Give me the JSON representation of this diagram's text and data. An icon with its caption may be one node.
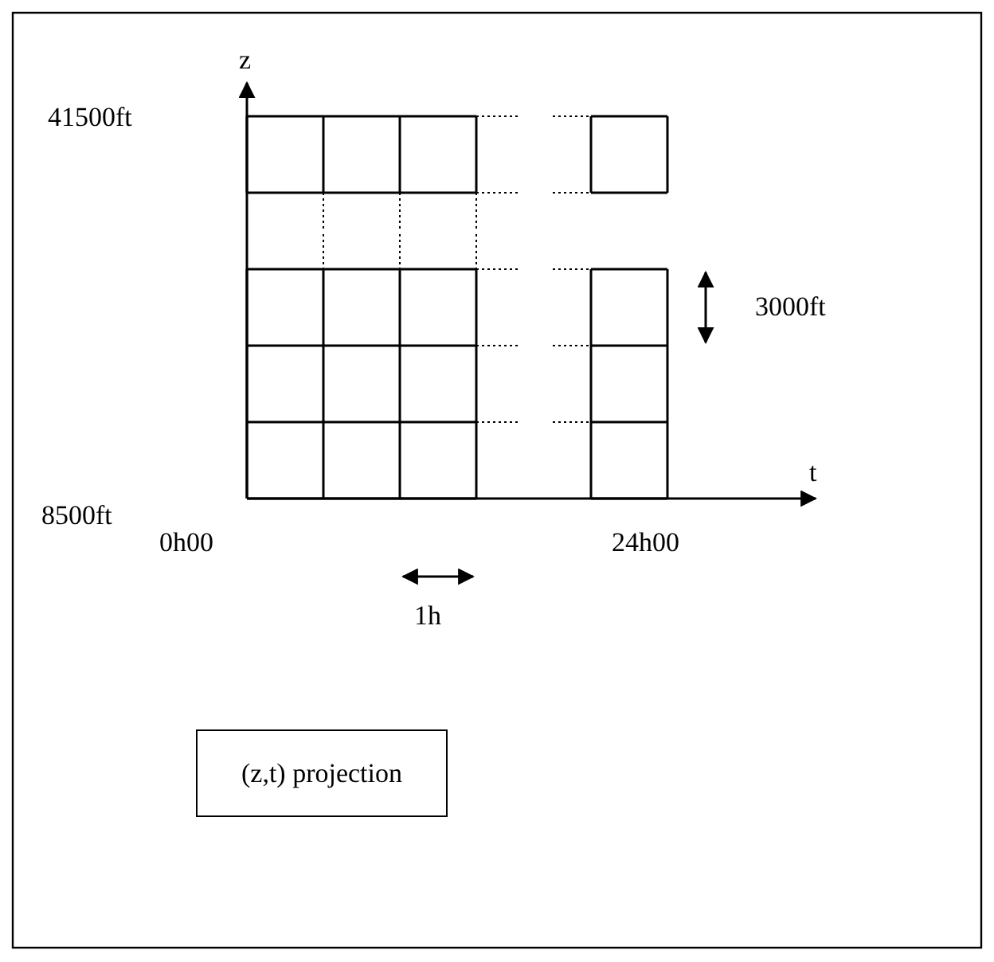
{
  "diagram": {
    "nodes": [
      {
        "text": [
          "(z,t) projection"
        ]
      }
    ],
    "edges": [],
    "labels": [
      "z",
      "41500ft",
      "3000ft",
      "t",
      "8500ft",
      "0h00",
      "1h",
      "24h00"
    ]
  }
}
